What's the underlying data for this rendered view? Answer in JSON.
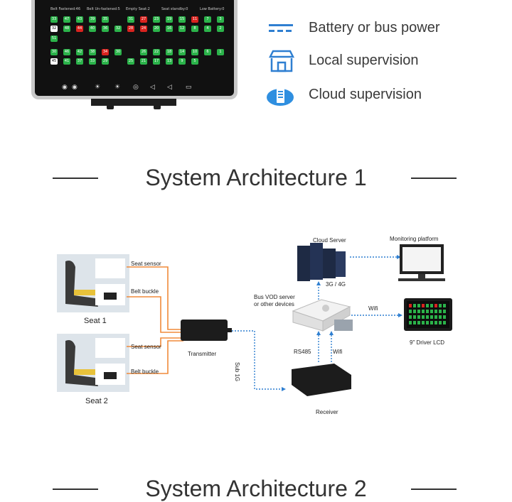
{
  "lcd": {
    "status_labels": [
      "Belt Fastened:46",
      "Belt Un-fastened:5",
      "Empty Seat:2",
      "Seat standby:0",
      "Low Battery:0"
    ],
    "seats": [
      [
        "33",
        "47",
        "43",
        "39",
        "35",
        "",
        "31",
        "27",
        "23",
        "19",
        "15",
        "11",
        "7",
        "3"
      ],
      [
        "32",
        "48",
        "44",
        "40",
        "36",
        "32",
        "28",
        "24",
        "20",
        "16",
        "12",
        "8",
        "4",
        "2"
      ],
      [
        "51",
        "",
        "",
        "",
        "",
        "",
        "",
        "",
        "",
        "",
        "",
        "",
        "",
        ""
      ],
      [
        "30",
        "46",
        "42",
        "38",
        "34",
        "30",
        "",
        "26",
        "22",
        "18",
        "14",
        "10",
        "6",
        "1"
      ],
      [
        "45",
        "41",
        "37",
        "33",
        "29",
        "",
        "25",
        "21",
        "17",
        "13",
        "9",
        "5",
        "",
        ""
      ]
    ],
    "softkeys": [
      "◉",
      "◉",
      "☀",
      "☀",
      "◎",
      "◁",
      "◁",
      "▭"
    ]
  },
  "legend": [
    {
      "label": "Battery or bus power",
      "icon": "battery-bus-power-icon"
    },
    {
      "label": "Local supervision",
      "icon": "local-supervision-icon"
    },
    {
      "label": "Cloud supervision",
      "icon": "cloud-supervision-icon"
    }
  ],
  "headers": {
    "arch1": "System Architecture 1",
    "arch2": "System Architecture 2"
  },
  "diagram": {
    "seat1_sensor": "Seat sensor",
    "seat1_buckle": "Belt buckle",
    "seat1_label": "Seat 1",
    "seat2_sensor": "Seat sensor",
    "seat2_buckle": "Belt buckle",
    "seat2_label": "Seat 2",
    "transmitter": "Transmitter",
    "sub1g": "Sub 1G",
    "receiver": "Receiver",
    "rs485": "RS485",
    "wifi_up": "Wifi",
    "server": "Bus VOD server\nor other devices",
    "g34": "3G / 4G",
    "cloud": "Cloud Server",
    "monitor": "Monitoring platform",
    "wifi_lcd": "Wifi",
    "lcd": "9\" Driver LCD"
  },
  "colors": {
    "green": "#2bb34a",
    "red": "#d9231f",
    "orange": "#f08a3a",
    "blue": "#2f7fd1"
  }
}
